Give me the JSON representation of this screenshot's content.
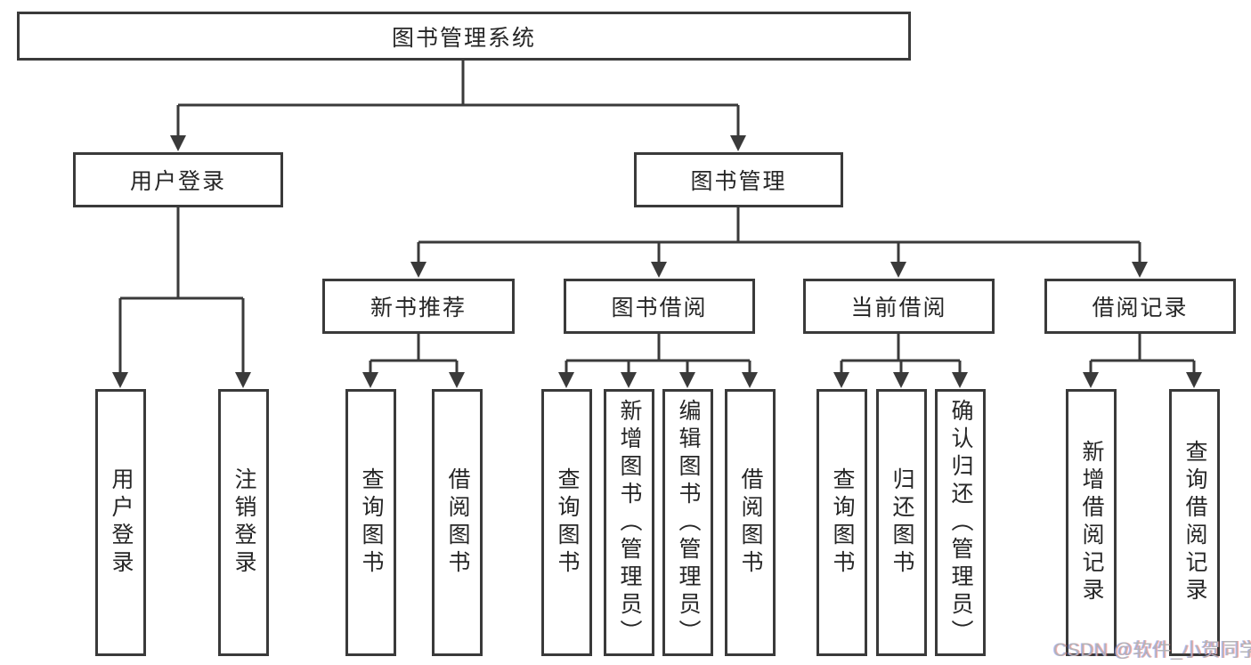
{
  "diagram_title": "图书管理系统",
  "tree": {
    "root": {
      "label": "图书管理系统"
    },
    "branches": [
      {
        "label": "用户登录",
        "children": [
          {
            "label": "用户登录"
          },
          {
            "label": "注销登录"
          }
        ]
      },
      {
        "label": "图书管理",
        "groups": [
          {
            "label": "新书推荐",
            "children": [
              {
                "label": "查询图书"
              },
              {
                "label": "借阅图书"
              }
            ]
          },
          {
            "label": "图书借阅",
            "children": [
              {
                "label": "查询图书"
              },
              {
                "label": "新增图书（管理员）"
              },
              {
                "label": "编辑图书（管理员）"
              },
              {
                "label": "借阅图书"
              }
            ]
          },
          {
            "label": "当前借阅",
            "children": [
              {
                "label": "查询图书"
              },
              {
                "label": "归还图书"
              },
              {
                "label": "确认归还（管理员）"
              }
            ]
          },
          {
            "label": "借阅记录",
            "children": [
              {
                "label": "新增借阅记录"
              },
              {
                "label": "查询借阅记录"
              }
            ]
          }
        ]
      }
    ]
  },
  "watermark": {
    "text": "CSDN @软件_小贺同学"
  },
  "colors": {
    "background": "#ffffff",
    "line": "#3a3a3a",
    "box_border": "#3a3a3a",
    "text": "#262626",
    "watermark": "#b3b3b6"
  }
}
